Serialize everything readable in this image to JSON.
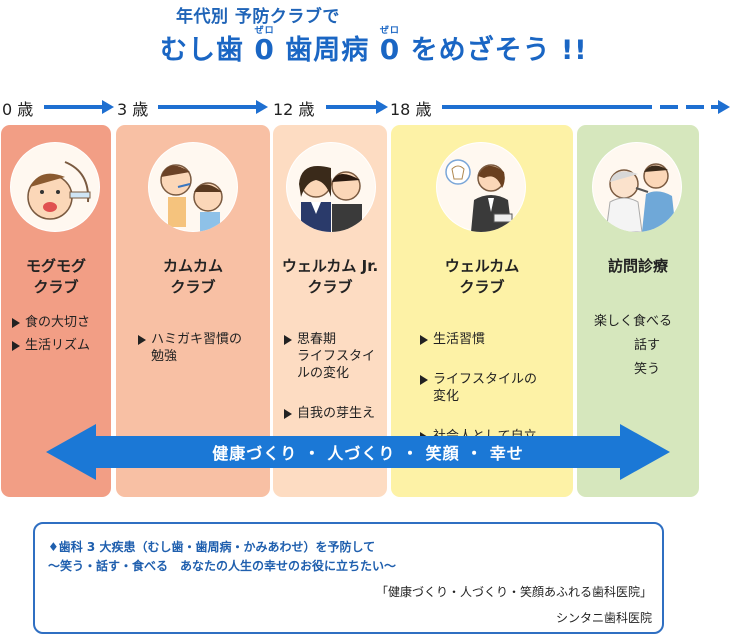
{
  "header": {
    "subtitle": "年代別 予防クラブで",
    "title_part1": "むし歯",
    "zero": "0",
    "zero_ruby": "ぜロ",
    "title_part2": "歯周病",
    "title_part3": "をめざそう !!"
  },
  "timeline": {
    "ages": [
      "0 歳",
      "3 歳",
      "12 歳",
      "18 歳"
    ]
  },
  "columns": [
    {
      "title_line1": "モグモグ",
      "title_line2": "クラブ",
      "bullets": [
        "食の大切さ",
        "生活リズム"
      ],
      "color": "#f29e85",
      "icon": "child-dental-exam-icon"
    },
    {
      "title_line1": "カムカム",
      "title_line2": "クラブ",
      "bullets": [
        "ハミガキ習慣の\n勉強"
      ],
      "color": "#f8c0a4",
      "icon": "family-brushing-icon"
    },
    {
      "title_line1": "ウェルカム Jr.",
      "title_line2": "クラブ",
      "bullets": [
        "思春期\nライフスタイ\nルの変化",
        "自我の芽生え"
      ],
      "color": "#fddcc2",
      "icon": "students-icon"
    },
    {
      "title_line1": "ウェルカム",
      "title_line2": "クラブ",
      "bullets": [
        "生活習慣",
        "ライフスタイルの\n変化",
        "社会人として自立"
      ],
      "color": "#fdf2a6",
      "icon": "businesswoman-icon"
    },
    {
      "title_line1": "訪問診療",
      "title_line2": "",
      "lines": [
        "楽しく食べる",
        "話す",
        "笑う"
      ],
      "color": "#d6e7bd",
      "icon": "home-visit-care-icon"
    }
  ],
  "band": {
    "text": "健康づくり ・ 人づくり ・ 笑顔 ・ 幸せ",
    "color": "#1b78d6"
  },
  "footer": {
    "line1": "♦歯科 3 大疾患（むし歯・歯周病・かみあわせ）を予防して",
    "line2": "〜笑う・話す・食べる　あなたの人生の幸せのお役に立ちたい〜",
    "line3": "「健康づくり・人づくり・笑顔あふれる歯科医院」",
    "line4": "シンタニ歯科医院"
  },
  "colors": {
    "accent": "#1a66c4",
    "arrow": "#1e6fd1"
  }
}
